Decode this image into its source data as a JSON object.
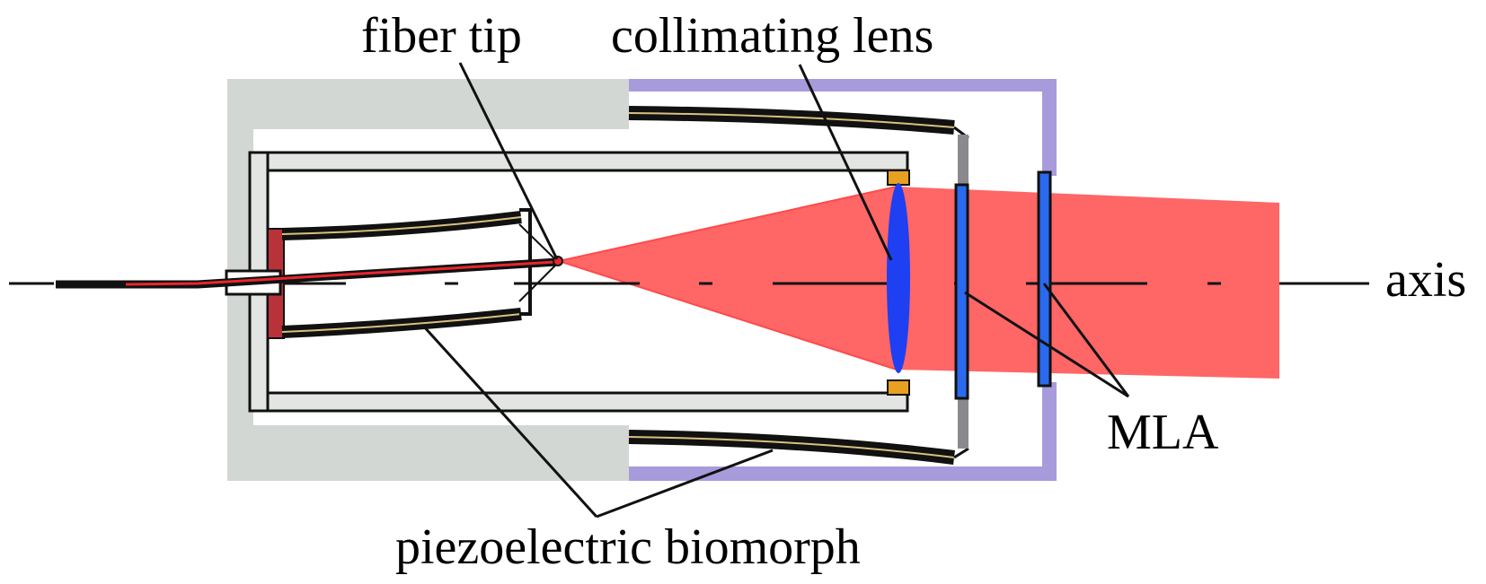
{
  "labels": {
    "fiber_tip": "fiber tip",
    "collimating_lens": "collimating lens",
    "axis": "axis",
    "mla": "MLA",
    "piezoelectric_biomorph": "piezoelectric biomorph"
  },
  "colors": {
    "housing_gray": "#D3D7D4",
    "frame_purple": "#A79BDC",
    "beam_red": "#FF6666",
    "fiber_red": "#E8262E",
    "lens_blue": "#1F3FF2",
    "mla_blue": "#2A6AF0",
    "mount_base": "#B8323A",
    "bracket_gray": "#8A8A8E",
    "clip_orange": "#E8A020",
    "tube_fill": "#E2E5E2"
  }
}
